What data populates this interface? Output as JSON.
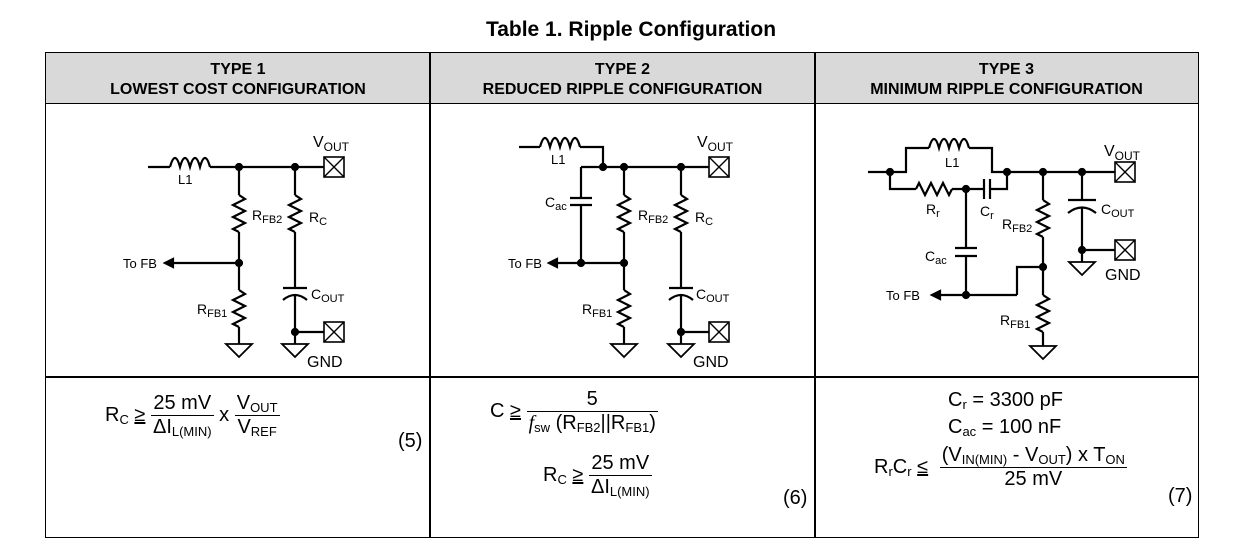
{
  "title": "Table 1. Ripple Configuration",
  "columns": [
    {
      "type": "TYPE 1",
      "name": "LOWEST COST CONFIGURATION"
    },
    {
      "type": "TYPE 2",
      "name": "REDUCED RIPPLE CONFIGURATION"
    },
    {
      "type": "TYPE 3",
      "name": "MINIMUM RIPPLE CONFIGURATION"
    }
  ],
  "labels": {
    "L1": "L1",
    "V": "V",
    "OUT": "OUT",
    "R": "R",
    "FB2": "FB2",
    "FB1": "FB1",
    "C": "C",
    "to_fb": "To FB",
    "gnd": "GND",
    "ac": "ac",
    "r": "r"
  },
  "equations": {
    "eq5": {
      "lhs": "R",
      "lhs_sub": "C",
      "rel": "≥",
      "num": "25 mV",
      "den": "ΔI",
      "den_sub": "L(MIN)",
      "times": "x",
      "num2": "V",
      "num2_sub": "OUT",
      "den2": "V",
      "den2_sub": "REF",
      "number": "(5)"
    },
    "eq6": {
      "a_lhs": "C",
      "rel": "≥",
      "a_num": "5",
      "a_fsw": "f",
      "a_fsw_sub": "sw",
      "a_den_open": " (R",
      "a_den_sub1": "FB2",
      "a_den_mid": "||R",
      "a_den_sub2": "FB1",
      "a_den_close": ")",
      "b_lhs": "R",
      "b_lhs_sub": "C",
      "b_num": "25 mV",
      "b_den": "ΔI",
      "b_den_sub": "L(MIN)",
      "number": "(6)"
    },
    "eq7": {
      "line1_a": "C",
      "line1_sub": "r",
      "line1_b": " = 3300 pF",
      "line2_a": "C",
      "line2_sub": "ac",
      "line2_b": " = 100 nF",
      "lhs_a": "R",
      "lhs_s1": "r",
      "lhs_b": "C",
      "lhs_s2": "r",
      "rel": "≤",
      "num_a": "(V",
      "num_s1": "IN(MIN)",
      "num_b": " - V",
      "num_s2": "OUT",
      "num_c": ") x T",
      "num_s3": "ON",
      "den": "25 mV",
      "number": "(7)"
    }
  }
}
